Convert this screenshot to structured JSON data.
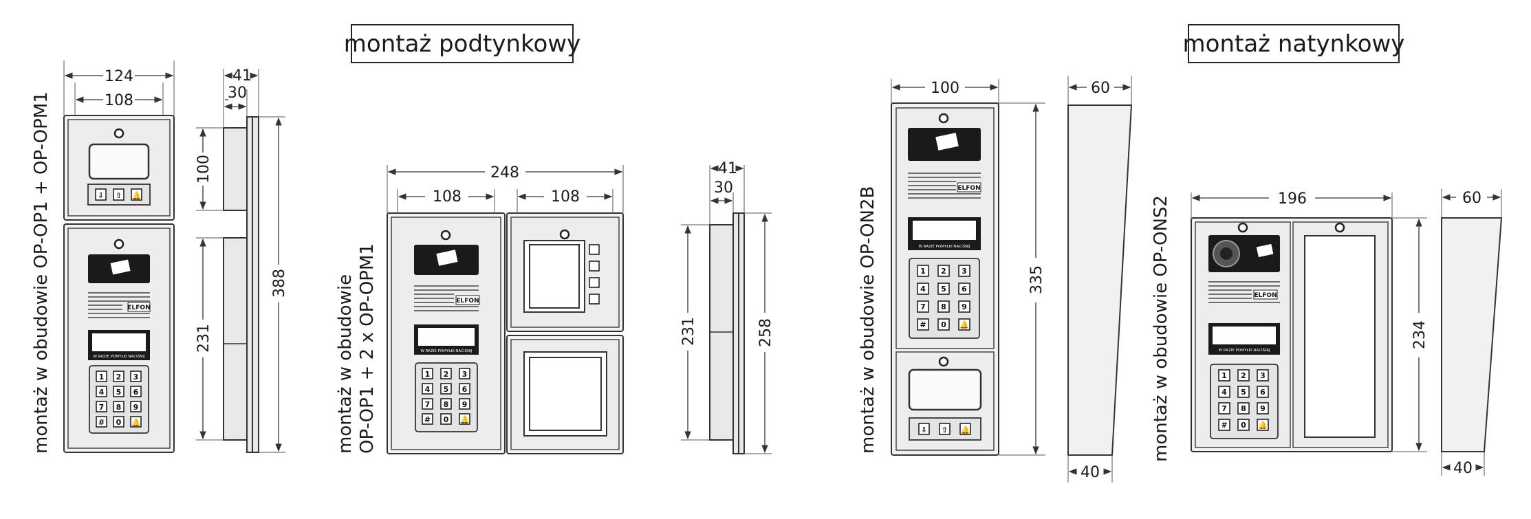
{
  "titles": {
    "flush": "montaż podtynkowy",
    "surface": "montaż natynkowy"
  },
  "labels": {
    "set1": "montaż w obudowie OP-OP1 + OP-OPM1",
    "set2_line1": "montaż w obudowie",
    "set2_line2": "OP-OP1 + 2 x OP-OPM1",
    "set3": "montaż w obudowie OP-ON2B",
    "set4": "montaż w obudowie OP-ONS2"
  },
  "dimensions": {
    "set1_width_outer": "124",
    "set1_width_inner": "108",
    "set1_depth_outer": "41",
    "set1_depth_inner": "30",
    "set1_height_top": "100",
    "set1_height_bottom": "231",
    "set1_height_total": "388",
    "set2_width_total": "248",
    "set2_width_left": "108",
    "set2_width_right": "108",
    "set2_depth_outer": "41",
    "set2_depth_inner": "30",
    "set2_height_inner": "231",
    "set2_height_outer": "258",
    "set3_width": "100",
    "set3_height": "335",
    "set3_depth_top": "60",
    "set3_depth_bottom": "40",
    "set4_width": "196",
    "set4_height": "234",
    "set4_depth_top": "60",
    "set4_depth_bottom": "40"
  },
  "panel_text": {
    "brand": "ELFON",
    "display_caption": "W RAZIE POMYŁKI NACIŚNIJ",
    "keys": [
      "1",
      "2",
      "3",
      "4",
      "5",
      "6",
      "7",
      "8",
      "9",
      "#",
      "0",
      "🔔"
    ],
    "call_buttons": [
      "⇩",
      "⇧",
      "🔔"
    ]
  },
  "colors": {
    "ink": "#1a1a1a",
    "panel": "#f3f3f3",
    "reader": "#1a1a1a"
  }
}
